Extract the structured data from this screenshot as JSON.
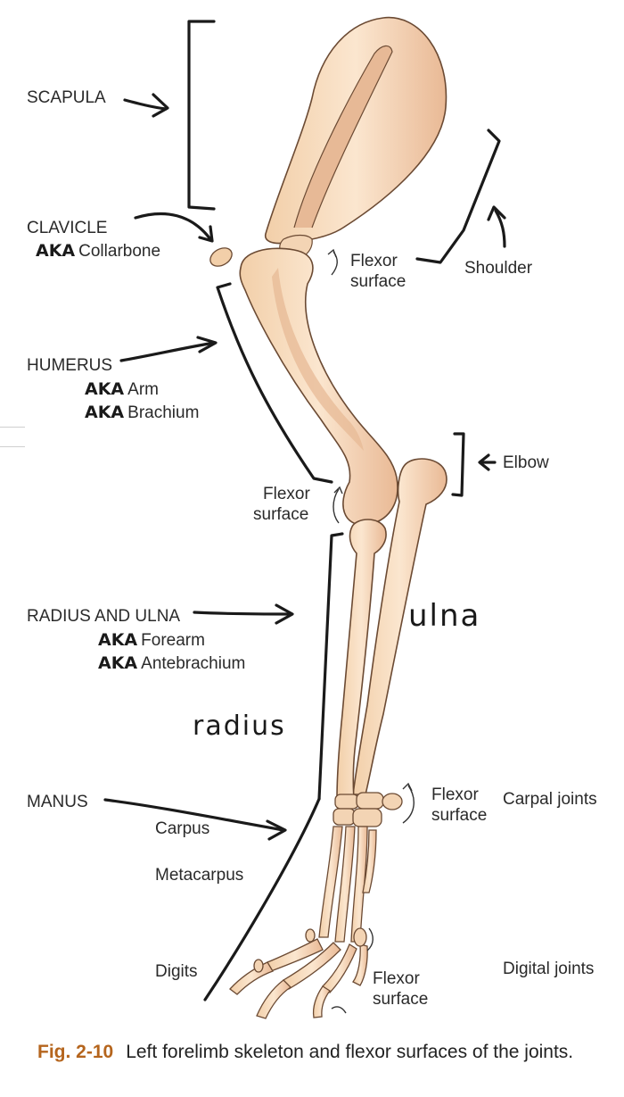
{
  "labels": {
    "scapula": "SCAPULA",
    "clavicle": "CLAVICLE",
    "clavicle_aka": "Collarbone",
    "humerus": "HUMERUS",
    "humerus_aka1": "Arm",
    "humerus_aka2": "Brachium",
    "radius_ulna": "RADIUS AND ULNA",
    "radius_ulna_aka1": "Forearm",
    "radius_ulna_aka2": "Antebrachium",
    "manus": "MANUS",
    "carpus": "Carpus",
    "metacarpus": "Metacarpus",
    "digits": "Digits",
    "shoulder": "Shoulder",
    "elbow": "Elbow",
    "carpal_joints": "Carpal joints",
    "digital_joints": "Digital joints",
    "flexor_line1": "Flexor",
    "flexor_line2": "surface"
  },
  "handwritten": {
    "aka": "AKA",
    "ulna": "ulna",
    "radius": "radius"
  },
  "caption": {
    "figure_number": "Fig. 2-10",
    "text": "Left forelimb skeleton and flexor surfaces of the joints."
  },
  "colors": {
    "bone_fill": "#f7dcc0",
    "bone_shade": "#e6b48f",
    "bone_outline": "#6b4a33",
    "ink": "#1a1a1a",
    "caption_accent": "#b5651d"
  }
}
